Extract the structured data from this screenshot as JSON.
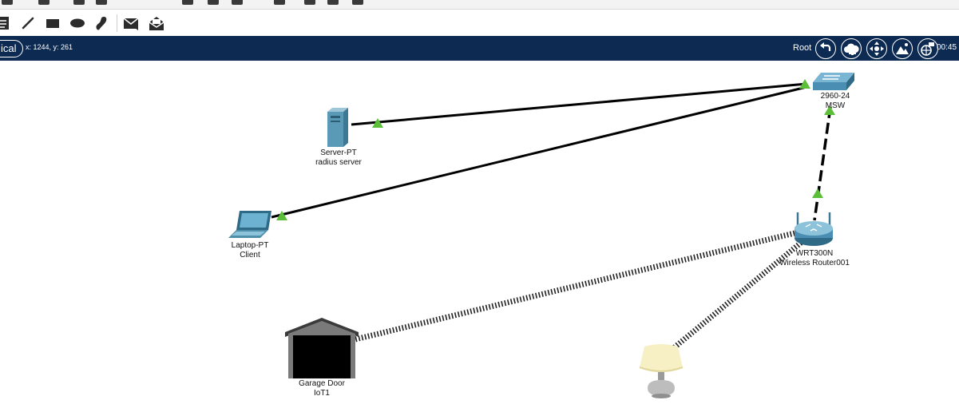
{
  "workspace": {
    "mode_label": "ical",
    "coords": "x: 1244, y: 261",
    "root_label": "Root",
    "clock": "00:45"
  },
  "icons": {
    "draw_tools": [
      "note-icon",
      "line-icon",
      "rectangle-icon",
      "ellipse-icon",
      "freeform-icon",
      "message-closed-icon",
      "message-open-icon"
    ],
    "workspace_buttons": [
      "back-icon",
      "cloud-icon",
      "move-icon",
      "background-image-icon",
      "viewport-icon"
    ]
  },
  "devices": [
    {
      "id": "server",
      "model": "Server-PT",
      "name": "radius server"
    },
    {
      "id": "laptop",
      "model": "Laptop-PT",
      "name": "Client"
    },
    {
      "id": "switch",
      "model": "2960-24",
      "name": "MSW"
    },
    {
      "id": "router",
      "model": "WRT300N",
      "name": "Wireless Router001"
    },
    {
      "id": "garage",
      "model": "Garage Door",
      "name": "IoT1"
    },
    {
      "id": "lamp",
      "model": "",
      "name": ""
    }
  ],
  "links": [
    {
      "from": "server",
      "to": "switch",
      "type": "copper-straight",
      "status": "up"
    },
    {
      "from": "laptop",
      "to": "switch",
      "type": "copper-straight",
      "status": "up"
    },
    {
      "from": "switch",
      "to": "router",
      "type": "copper-cross",
      "status": "up"
    },
    {
      "from": "router",
      "to": "garage",
      "type": "wireless"
    },
    {
      "from": "router",
      "to": "lamp",
      "type": "wireless"
    }
  ],
  "colors": {
    "workspace_bar": "#0d2b52",
    "link_up": "#5cbf3a",
    "switch_blue": "#4a8fb3"
  }
}
